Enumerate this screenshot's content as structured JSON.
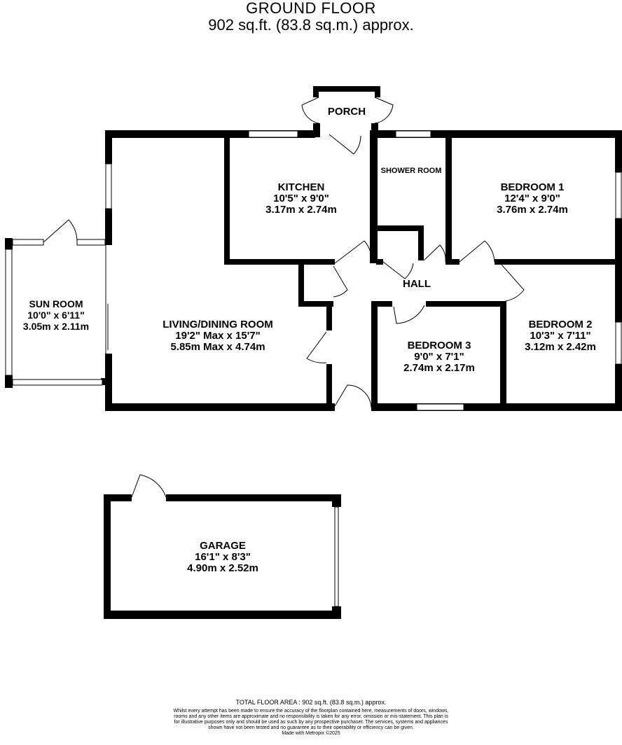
{
  "header": {
    "title": "GROUND FLOOR",
    "area": "902 sq.ft. (83.8 sq.m.) approx."
  },
  "rooms": {
    "porch": {
      "name": "PORCH"
    },
    "kitchen": {
      "name": "KITCHEN",
      "imperial": "10'5\"  x 9'0\"",
      "metric": "3.17m  x 2.74m"
    },
    "shower_room": {
      "name": "SHOWER ROOM"
    },
    "bedroom1": {
      "name": "BEDROOM 1",
      "imperial": "12'4\"  x 9'0\"",
      "metric": "3.76m  x 2.74m"
    },
    "hall": {
      "name": "HALL"
    },
    "sun_room": {
      "name": "SUN ROOM",
      "imperial": "10'0\"  x 6'11\"",
      "metric": "3.05m  x 2.11m"
    },
    "living": {
      "name": "LIVING/DINING ROOM",
      "imperial": "19'2\" Max x 15'7\"",
      "metric": "5.85m Max x 4.74m"
    },
    "bedroom2": {
      "name": "BEDROOM 2",
      "imperial": "10'3\"  x 7'11\"",
      "metric": "3.12m  x 2.42m"
    },
    "bedroom3": {
      "name": "BEDROOM 3",
      "imperial": "9'0\"  x 7'1\"",
      "metric": "2.74m  x 2.17m"
    },
    "garage": {
      "name": "GARAGE",
      "imperial": "16'1\"  x 8'3\"",
      "metric": "4.90m  x 2.52m"
    }
  },
  "footer": {
    "total": "TOTAL FLOOR AREA : 902 sq.ft. (83.8 sq.m.) approx.",
    "disclaimer": "Whilst every attempt has been made to ensure the accuracy of the floorplan contained here, measurements of doors, windows, rooms and any other items are approximate and no responsibility is taken for any error, omission or mis-statement. This plan is for illustrative purposes only and should be used as such by any prospective purchaser. The services, systems and appliances shown have not been tested and no guarantee as to their operability or efficiency can be given.",
    "made_with": "Made with Metropix ©2025"
  }
}
